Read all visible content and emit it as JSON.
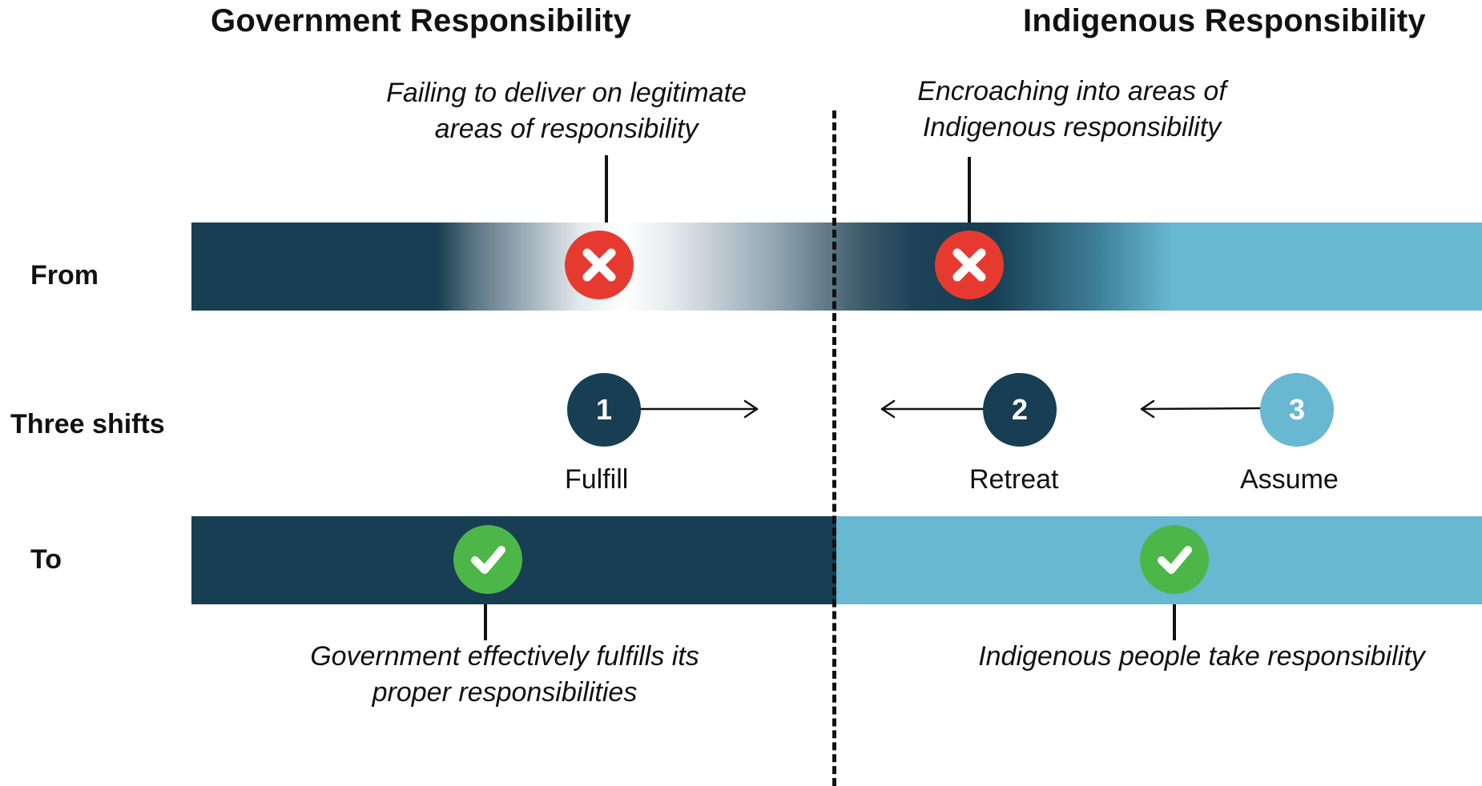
{
  "headings": {
    "government": "Government Responsibility",
    "indigenous": "Indigenous Responsibility"
  },
  "rows": {
    "from": "From",
    "shifts": "Three shifts",
    "to": "To"
  },
  "annotations": {
    "gov_failing": [
      "Failing to deliver on legitimate",
      "areas of responsibility"
    ],
    "encroaching": [
      "Encroaching into areas of",
      "Indigenous responsibility"
    ],
    "gov_fulfills": [
      "Government effectively fulfills its",
      "proper responsibilities"
    ],
    "indigenous_take": [
      "Indigenous people take responsibility"
    ]
  },
  "shifts": [
    {
      "number": "1",
      "label": "Fulfill",
      "direction": "right"
    },
    {
      "number": "2",
      "label": "Retreat",
      "direction": "left"
    },
    {
      "number": "3",
      "label": "Assume",
      "direction": "left"
    }
  ],
  "icons": {
    "problem": "x-circle-icon",
    "success": "check-circle-icon"
  },
  "colors": {
    "government": "#173e52",
    "indigenous": "#68b8d1",
    "problem": "#e63a30",
    "success": "#4cb648",
    "text": "#111111"
  }
}
